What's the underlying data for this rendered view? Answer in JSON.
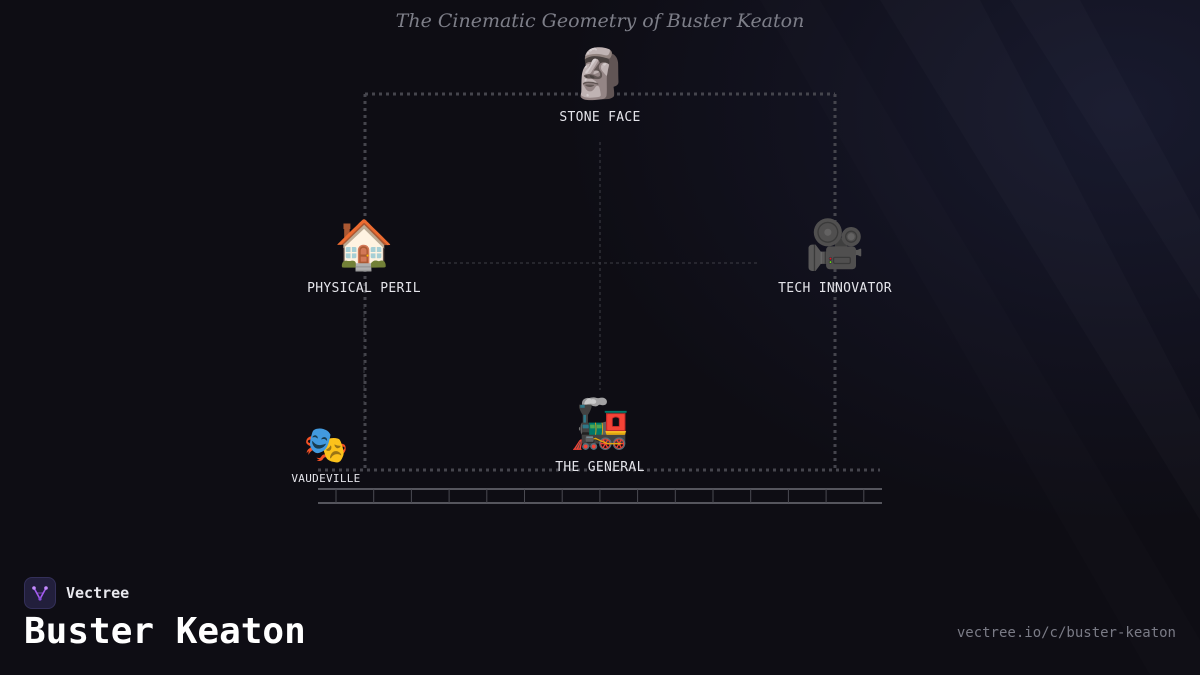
{
  "figure": {
    "title": "The Cinematic Geometry of Buster Keaton"
  },
  "nodes": {
    "stone_face": {
      "icon": "moai-icon",
      "emoji": "🗿",
      "label": "STONE FACE"
    },
    "physical_peril": {
      "icon": "house-icon",
      "emoji": "🏠",
      "label": "PHYSICAL PERIL"
    },
    "tech_innovator": {
      "icon": "movie-camera-icon",
      "emoji": "🎥",
      "label": "TECH INNOVATOR"
    },
    "the_general": {
      "icon": "locomotive-icon",
      "emoji": "🚂",
      "label": "THE GENERAL"
    },
    "vaudeville": {
      "icon": "performing-arts-icon",
      "emoji": "🎭",
      "label": "VAUDEVILLE"
    }
  },
  "brand": {
    "name": "Vectree",
    "logo_icon": "vectree-logo-icon",
    "accent": "#a35cf0"
  },
  "page": {
    "heading": "Buster Keaton",
    "url": "vectree.io/c/buster-keaton"
  },
  "colors": {
    "background": "#0e0d14",
    "frame_line": "#45454d",
    "label": "#e4e4ea",
    "title": "#7d7e88"
  }
}
